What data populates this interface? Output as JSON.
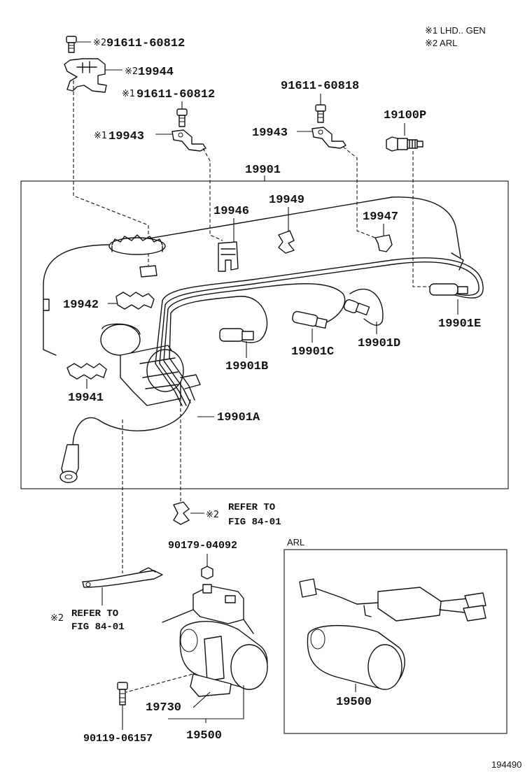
{
  "legend": {
    "item1": "※1  LHD.. GEN",
    "item2": "※2  ARL"
  },
  "labels": {
    "bolt_top": "91611-60812",
    "bolt_top_mark": "※2",
    "clamp_19944": "19944",
    "clamp_19944_mark": "※2",
    "bolt_left": "91611-60812",
    "bolt_left_mark": "※1",
    "bolt_right": "91611-60818",
    "bracket_left": "19943",
    "bracket_left_mark": "※1",
    "bracket_right": "19943",
    "plug": "19100P",
    "cord_set": "19901",
    "holder_19946": "19946",
    "holder_19949": "19949",
    "holder_19947": "19947",
    "holder_19942": "19942",
    "holder_19941": "19941",
    "cord_e": "19901E",
    "cord_d": "19901D",
    "cord_c": "19901C",
    "cord_b": "19901B",
    "cord_a": "19901A",
    "refer_center_mark": "※2",
    "refer_center_line1": "REFER TO",
    "refer_center_line2": "FIG 84-01",
    "nut": "90179-04092",
    "refer_left_mark": "※2",
    "refer_left_line1": "REFER TO",
    "refer_left_line2": "FIG 84-01",
    "coil_bracket": "19730",
    "coil": "19500",
    "bolt_bottom": "90119-06157",
    "arl_box_title": "ARL",
    "arl_coil": "19500",
    "figure_number": "194490"
  },
  "icons": {
    "bolt": "bolt-icon",
    "spark_plug": "spark-plug-icon",
    "ignition_coil": "ignition-coil-icon",
    "cord_clamp": "cord-clamp-icon"
  }
}
